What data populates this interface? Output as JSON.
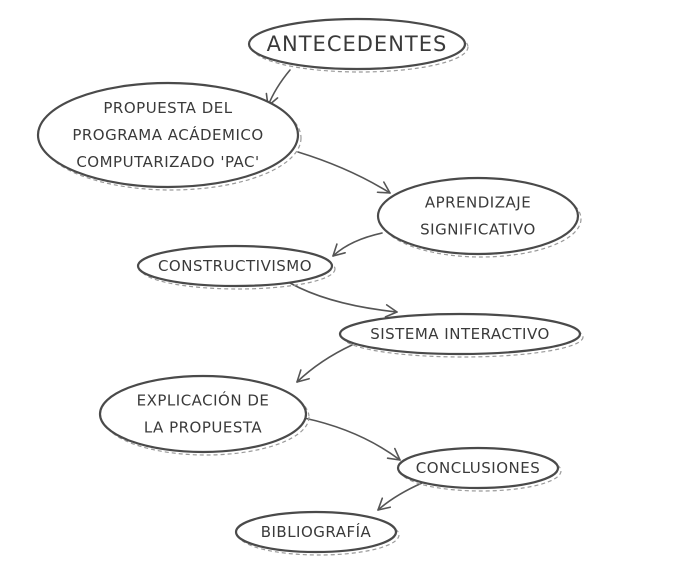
{
  "diagram": {
    "nodes": [
      {
        "id": "antecedentes",
        "lines": [
          "ANTECEDENTES"
        ]
      },
      {
        "id": "propuesta",
        "lines": [
          "PROPUESTA DEL",
          "PROGRAMA ACÁDEMICO",
          "COMPUTARIZADO 'PAC'"
        ]
      },
      {
        "id": "aprendizaje",
        "lines": [
          "APRENDIZAJE",
          "SIGNIFICATIVO"
        ]
      },
      {
        "id": "constructivismo",
        "lines": [
          "CONSTRUCTIVISMO"
        ]
      },
      {
        "id": "sistema",
        "lines": [
          "SISTEMA INTERACTIVO"
        ]
      },
      {
        "id": "explicacion",
        "lines": [
          "EXPLICACIÓN DE",
          "LA PROPUESTA"
        ]
      },
      {
        "id": "conclusiones",
        "lines": [
          "CONCLUSIONES"
        ]
      },
      {
        "id": "bibliografia",
        "lines": [
          "BIBLIOGRAFÍA"
        ]
      }
    ],
    "edges": [
      {
        "from": "antecedentes",
        "to": "propuesta"
      },
      {
        "from": "propuesta",
        "to": "aprendizaje"
      },
      {
        "from": "aprendizaje",
        "to": "constructivismo"
      },
      {
        "from": "constructivismo",
        "to": "sistema"
      },
      {
        "from": "sistema",
        "to": "explicacion"
      },
      {
        "from": "explicacion",
        "to": "conclusiones"
      },
      {
        "from": "conclusiones",
        "to": "bibliografia"
      }
    ]
  }
}
